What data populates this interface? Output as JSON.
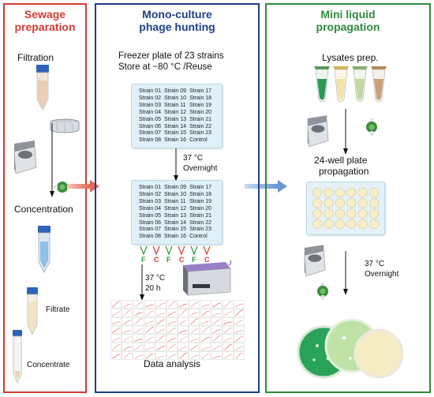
{
  "colors": {
    "sewage": "#d43c32",
    "mono": "#1f3f8a",
    "mini": "#2f8a3c",
    "green_letter": "#2a9a3a",
    "red_letter": "#d13a2f"
  },
  "panels": {
    "sewage": {
      "title_line1": "Sewage",
      "title_line2": "preparation",
      "filtration": "Filtration",
      "concentration": "Concentration",
      "filtrate": "Filtrate",
      "concentrate": "Concentrate"
    },
    "mono": {
      "title_line1": "Mono-culture",
      "title_line2": "phage hunting",
      "freezer_line1": "Freezer plate of 23 strains",
      "freezer_line2": "Store at −80 °C /Reuse",
      "incubation1_line1": "37 °C",
      "incubation1_line2": "Overnight",
      "incubation2_line1": "37 °C",
      "incubation2_line2": "20 h",
      "data_analysis": "Data analysis",
      "strains": [
        "Strain 01",
        "Strain 09",
        "Strain 17",
        "Strain 02",
        "Strain 10",
        "Strain 18",
        "Strain 03",
        "Strain 11",
        "Strain 19",
        "Strain 04",
        "Strain 12",
        "Strain 20",
        "Strain 05",
        "Strain 13",
        "Strain 21",
        "Strain 06",
        "Strain 14",
        "Strain 22",
        "Strain 07",
        "Strain 15",
        "Strain 23",
        "Strain 08",
        "Strain 16",
        "Control"
      ],
      "fc_letters": [
        "F",
        "C",
        "F",
        "C",
        "F",
        "C"
      ]
    },
    "mini": {
      "title_line1": "Mini liquid",
      "title_line2": "propagation",
      "lysates": "Lysates prep.",
      "plate_line1": "24-well plate",
      "plate_line2": "propagation",
      "incubation_line1": "37 °C",
      "incubation_line2": "Overnight"
    }
  }
}
